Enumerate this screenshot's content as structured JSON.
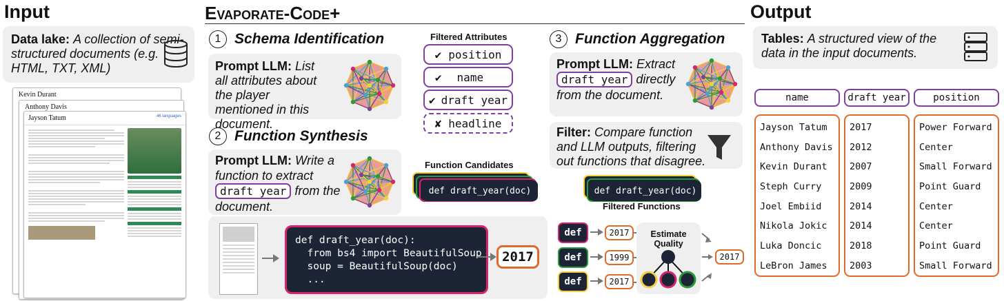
{
  "input": {
    "title": "Input",
    "data_lake_label": "Data lake:",
    "data_lake_desc": "A collection of semi-structured documents (e.g. HTML, TXT, XML)",
    "docs": [
      "Kevin Durant",
      "Anthony Davis",
      "Jayson Tatum"
    ],
    "languages": "46 languages"
  },
  "middle": {
    "title": "Evaporate-Code+",
    "step1_num": "1",
    "step1_title": "Schema Identification",
    "step1_prompt_label": "Prompt LLM:",
    "step1_prompt": "List all attributes about the player mentioned in this document.",
    "filtered_attrs_label": "Filtered Attributes",
    "attrs": [
      {
        "mark": "✔",
        "name": "position"
      },
      {
        "mark": "✔",
        "name": "name"
      },
      {
        "mark": "✔",
        "name": "draft year"
      },
      {
        "mark": "✘",
        "name": "headline"
      }
    ],
    "step2_num": "2",
    "step2_title": "Function Synthesis",
    "step2_prompt_label": "Prompt LLM:",
    "step2_prompt_pre": "Write a function to extract",
    "step2_prompt_code": "draft year",
    "step2_prompt_post": "from the document.",
    "function_candidates_label": "Function Candidates",
    "candidate_code": "def draft_year(doc)",
    "code_lines": [
      "def draft_year(doc):",
      "  from bs4 import BeautifulSoup",
      "  soup = BeautifulSoup(doc)",
      "  ..."
    ],
    "code_result": "2017",
    "step3_num": "3",
    "step3_title": "Function Aggregation",
    "step3_prompt_label": "Prompt LLM:",
    "step3_prompt_pre": "Extract",
    "step3_prompt_code": "draft year",
    "step3_prompt_post": "directly from the document.",
    "filter_label": "Filter:",
    "filter_desc": "Compare function and LLM outputs, filtering out functions that disagree.",
    "filtered_code": "def draft_year(doc)",
    "filtered_functions_label": "Filtered Functions",
    "defs": [
      {
        "label": "def",
        "value": "2017"
      },
      {
        "label": "def",
        "value": "1999"
      },
      {
        "label": "def",
        "value": "2017"
      }
    ],
    "estimate_label": "Estimate Quality",
    "final_value": "2017",
    "colors": {
      "purple": "#7e3fa0",
      "orange": "#e06a2a",
      "dark": "#1c2436",
      "pink": "#d6246e",
      "green": "#2a9a3a",
      "yellow": "#f4d03f"
    }
  },
  "output": {
    "title": "Output",
    "tables_label": "Tables:",
    "tables_desc": "A structured view of the data in the input documents.",
    "columns": [
      "name",
      "draft year",
      "position"
    ],
    "rows": [
      [
        "Jayson Tatum",
        "2017",
        "Power Forward"
      ],
      [
        "Anthony Davis",
        "2012",
        "Center"
      ],
      [
        "Kevin Durant",
        "2007",
        "Small Forward"
      ],
      [
        "Steph Curry",
        "2009",
        "Point Guard"
      ],
      [
        "Joel Embiid",
        "2014",
        "Center"
      ],
      [
        "Nikola Jokic",
        "2014",
        "Center"
      ],
      [
        "Luka Doncic",
        "2018",
        "Point Guard"
      ],
      [
        "LeBron James",
        "2003",
        "Small Forward"
      ]
    ]
  }
}
